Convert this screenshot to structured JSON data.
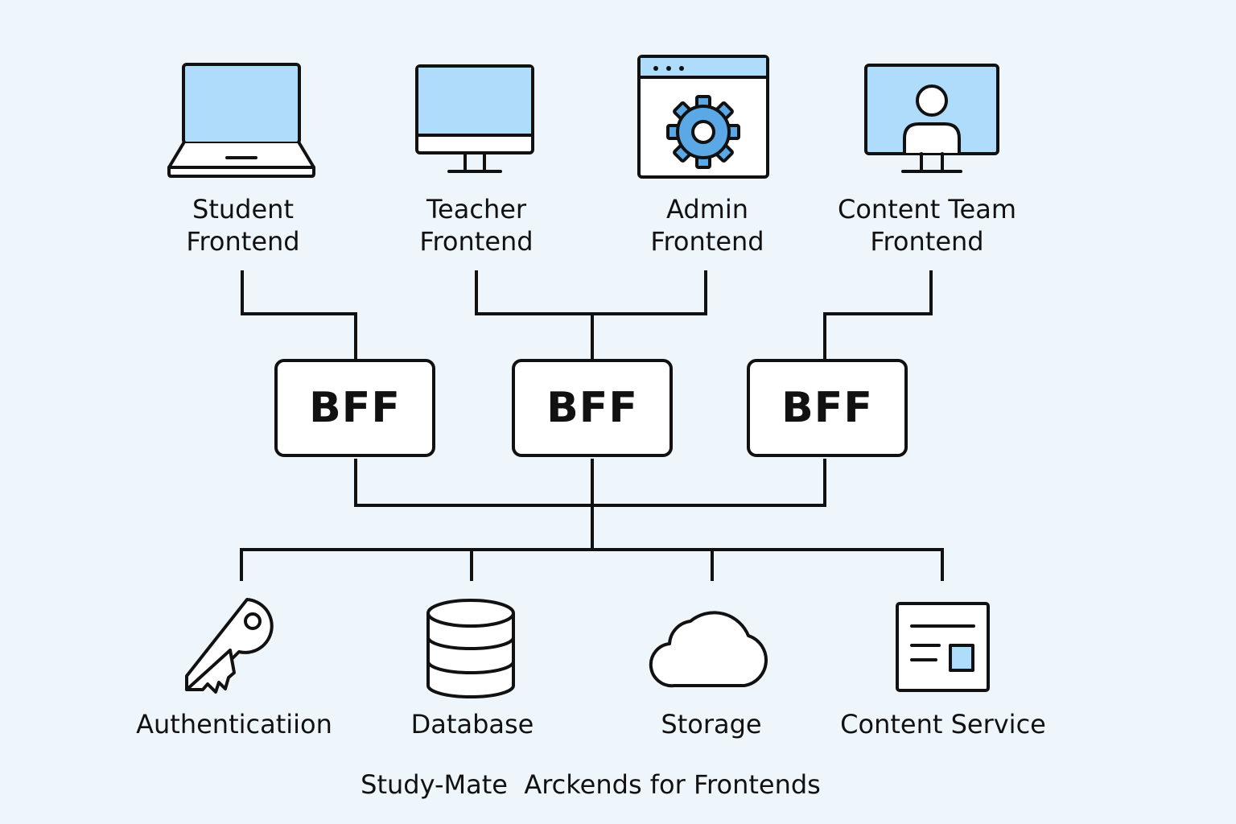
{
  "frontends": [
    {
      "line1": "Student",
      "line2": "Frontend",
      "icon": "laptop-icon"
    },
    {
      "line1": "Teacher",
      "line2": "Frontend",
      "icon": "monitor-icon"
    },
    {
      "line1": "Admin",
      "line2": "Frontend",
      "icon": "settings-window-icon"
    },
    {
      "line1": "Content Team",
      "line2": "Frontend",
      "icon": "user-monitor-icon"
    }
  ],
  "bffs": [
    "BFF",
    "BFF",
    "BFF"
  ],
  "services": [
    {
      "label": "Authenticatiion",
      "icon": "key-icon"
    },
    {
      "label": "Database",
      "icon": "database-icon"
    },
    {
      "label": "Storage",
      "icon": "cloud-icon"
    },
    {
      "label": "Content Service",
      "icon": "document-icon"
    }
  ],
  "caption": "Study-Mate  Arckends for Frontends",
  "colors": {
    "background": "#eef6fc",
    "accent": "#aedcfa",
    "stroke": "#111111"
  }
}
